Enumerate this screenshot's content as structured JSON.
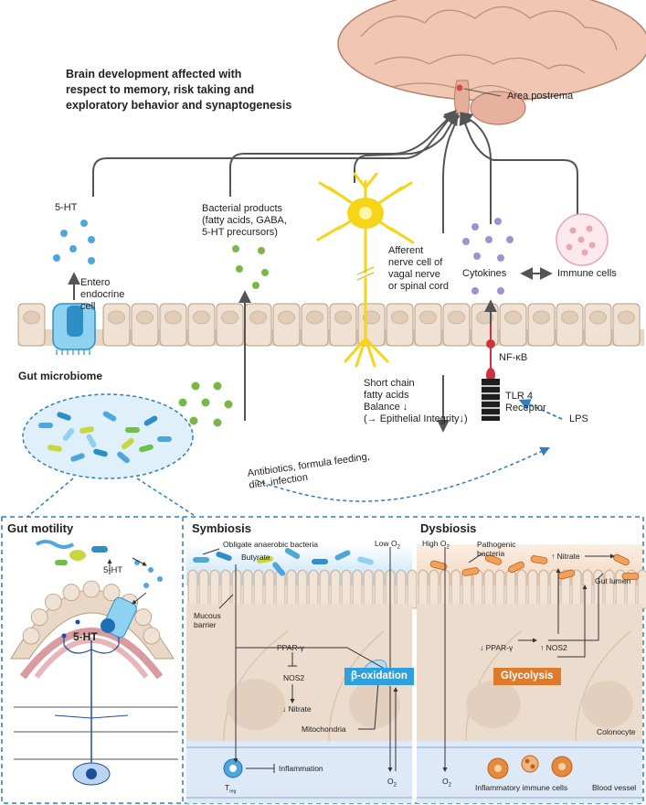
{
  "title": "Brain development affected with\nrespect to memory, risk taking and\nexploratory behavior and synaptogenesis",
  "labels": {
    "area_postrema": "Area postrema",
    "five_ht_top": "5-HT",
    "bacterial_products": "Bacterial products\n(fatty acids, GABA,\n5-HT precursors)",
    "afferent": "Afferent\nnerve cell of\nvagal nerve\nor spinal cord",
    "cytokines": "Cytokines",
    "immune_cells": "Immune cells",
    "entero": "Entero\nendocrine\ncell",
    "nfkb": "NF-κB",
    "gut_microbiome": "Gut microbiome",
    "scfa": "Short chain\nfatty acids\nBalance ↓\n(→ Epithelial Integrity↓)",
    "tlr4": "TLR 4\nReceptor",
    "lps": "LPS",
    "antibiotics": "Antibiotics, formula feeding,\ndiet, infection"
  },
  "panels": {
    "motility": {
      "title": "Gut motility",
      "five_ht_a": "5-HT",
      "five_ht_b": "5-HT"
    },
    "symbiosis": {
      "title": "Symbiosis",
      "obligate": "Obligate anaerobic bacteria",
      "butyrate": "Butyrate",
      "low_o2": "Low O",
      "mucous": "Mucous\nbarrier",
      "ppar": "PPAR-γ",
      "nos2": "NOS2",
      "nitrate": "↓ Nitrate",
      "beta_ox": "β-oxidation",
      "mito": "Mitochondria",
      "treg": "T",
      "treg_sub": "reg",
      "inflammation": "Inflammation",
      "o2": "O",
      "o2_sub": "2"
    },
    "dysbiosis": {
      "title": "Dysbiosis",
      "high_o2": "High O",
      "o2_sub": "2",
      "pathogenic": "Pathogenic\nbacteria",
      "nitrate_up": "↑ Nitrate",
      "gut_lumen": "Gut lumen",
      "ppar_down": "↓ PPAR-γ",
      "nos2_up": "↑ NOS2",
      "glycolysis": "Glycolysis",
      "colonocyte": "Colonocyte",
      "o2": "O",
      "inflam_cells": "Inflammatory immune cells",
      "blood_vessel": "Blood vessel"
    }
  },
  "colors": {
    "arrow": "#555555",
    "dashed": "#2d7fc1",
    "cell_fill": "#efe2d4",
    "cell_stroke": "#b89c82",
    "blue_dot": "#4da6dc",
    "green_dot": "#7ab648",
    "purple_dot": "#9b94cf",
    "pink": "#e7a6b8",
    "neuron": "#f6d418",
    "beta_ox": "#2ea0dc",
    "glycolysis": "#de7a2c"
  }
}
